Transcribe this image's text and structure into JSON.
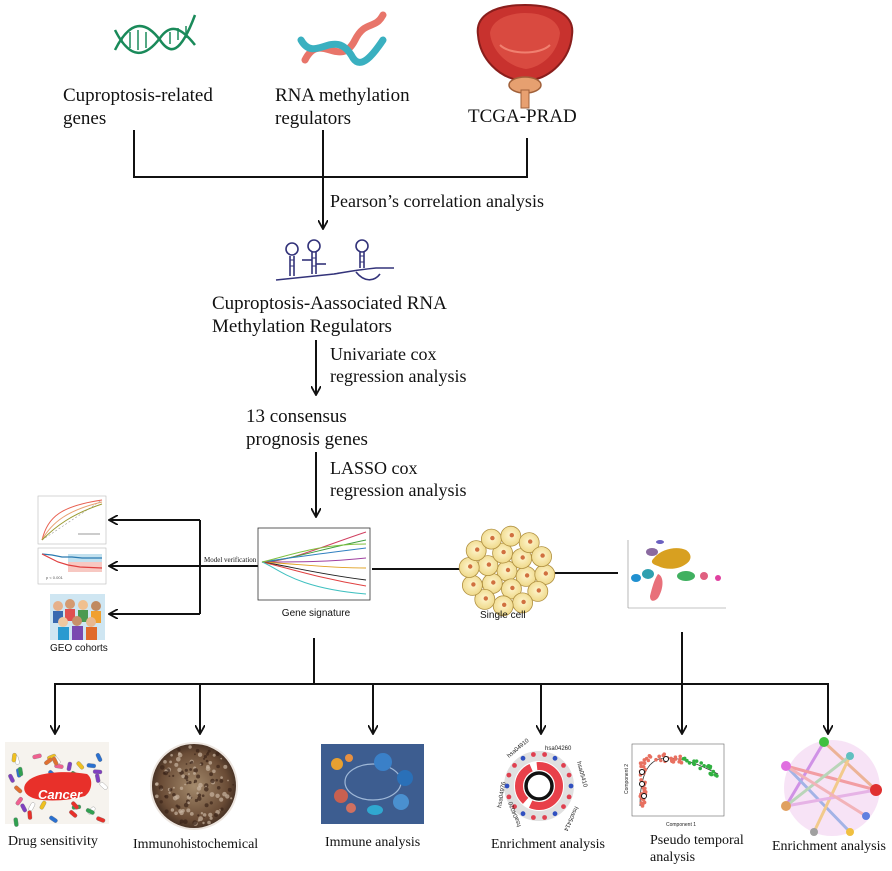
{
  "inputs": {
    "cuproptosis": "Cuproptosis-related genes",
    "rna": "RNA methylation regulators",
    "tcga": "TCGA-PRAD"
  },
  "steps": {
    "pearson": "Pearson’s correlation analysis",
    "regulators": "Cuproptosis-Aassociated RNA Methylation Regulators",
    "univariate": "Univariate cox regression analysis",
    "consensus": "13 consensus prognosis genes",
    "lasso": "LASSO cox regression analysis"
  },
  "middle": {
    "model_verification": "Model verification",
    "gene_signature": "Gene signature",
    "single_cell": "Single cell",
    "geo_cohorts": "GEO cohorts",
    "cancer_text": "Cancer"
  },
  "outputs": {
    "drug": "Drug sensitivity",
    "ihc": "Immunohistochemical",
    "immune": "Immune analysis",
    "enrichment1": "Enrichment analysis",
    "pseudo": "Pseudo temporal analysis",
    "enrichment2": "Enrichment analysis"
  },
  "figure_text": {
    "pathway_labels": [
      "hsa04260",
      "hsa05410",
      "hsa05414",
      "hsa04020",
      "hsa04976",
      "hsa04910"
    ],
    "component1": "Component 1",
    "component2": "Component 2"
  },
  "colors": {
    "dna_green": "#1a8a5a",
    "dna_pink": "#e8756a",
    "dna_teal": "#3ab0c0",
    "rna_blue": "#33337a",
    "line": "#111111"
  }
}
